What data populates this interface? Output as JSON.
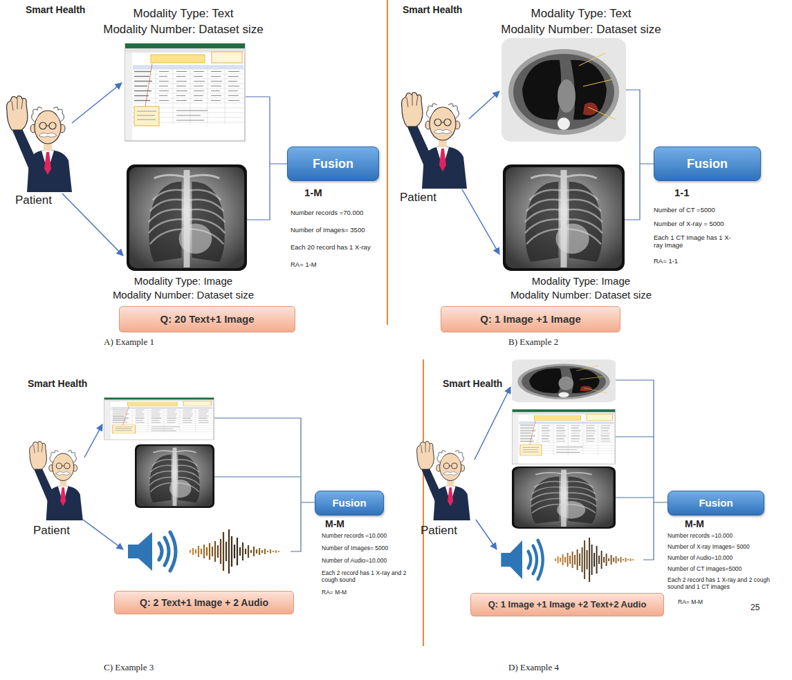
{
  "diagram": {
    "nodes": [
      {
        "text": [
          "Fusion"
        ]
      },
      {
        "text": [
          "Q: 20 Text+1 Image"
        ]
      },
      {
        "text": [
          "Fusion"
        ]
      },
      {
        "text": [
          "Q: 1 Image +1 Image"
        ]
      },
      {
        "text": [
          "Fusion"
        ]
      },
      {
        "text": [
          "Q: 2 Text+1 Image + 2 Audio"
        ]
      },
      {
        "text": [
          "Fusion"
        ]
      },
      {
        "text": [
          "Q: 1 Image +1 Image +2 Text+2 Audio"
        ]
      }
    ],
    "labels": [
      "Smart Health",
      "Modality Type: Text",
      "Modality Number: Dataset size",
      "Patient",
      "1-M",
      "Number records =70.000",
      "Number of Images= 3500",
      "Each 20 record has 1 X-ray",
      "RA= 1-M",
      "Modality Type: Image",
      "Modality Number: Dataset size",
      "A) Example 1",
      "Smart Health",
      "Modality Type: Text",
      "Modality Number: Dataset size",
      "Patient",
      "1-1",
      "Number of CT =5000",
      "Number of X-ray = 5000",
      "Each 1 CT Image has 1 X-ray Image",
      "RA= 1-1",
      "Modality Type: Image",
      "Modality Number: Dataset size",
      "B) Example 2",
      "Smart Health",
      "Patient",
      "M-M",
      "Number records =10.000",
      "Number of Images= 5000",
      "Number of Audio=10.000",
      "Each 2 record has 1 X-ray and 2 cough sound",
      "RA= M-M",
      "C) Example 3",
      "Smart Health",
      "Patient",
      "M-M",
      "Number records =10.000",
      "Number of X-ray Images= 5000",
      "Number of Audio=10.000",
      "Number of CT Images=5000",
      "Each 2 record has 1 X-ray and 2 cough sound and 1 CT images",
      "RA= M-M",
      "25",
      "D) Example 4"
    ]
  }
}
